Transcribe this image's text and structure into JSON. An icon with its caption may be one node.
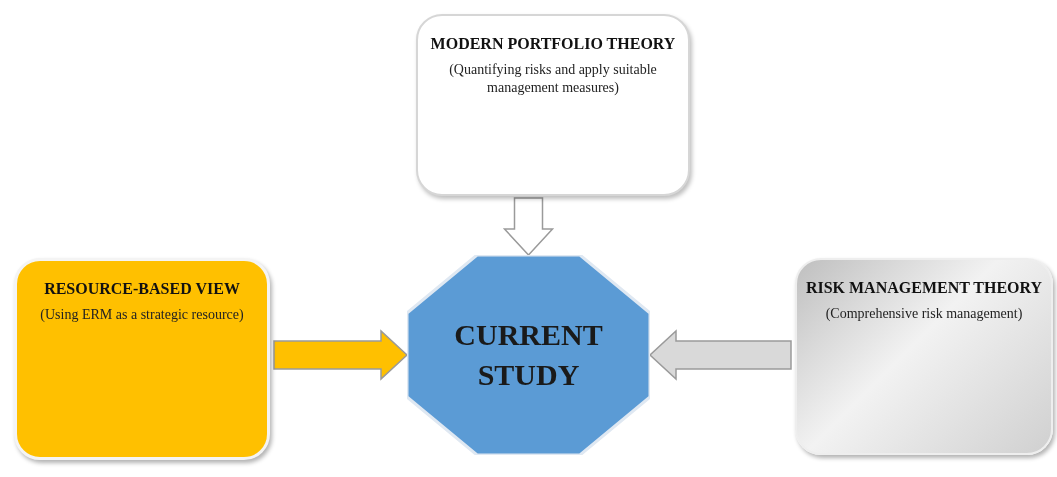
{
  "diagram": {
    "nodes": [
      {
        "text": [
          "MODERN PORTFOLIO THEORY",
          "(Quantifying risks and apply suitable management measures)"
        ]
      },
      {
        "text": [
          "RESOURCE-BASED VIEW",
          "(Using ERM as a strategic resource)"
        ]
      },
      {
        "text": [
          "CURRENT STUDY"
        ]
      },
      {
        "text": [
          "RISK MANAGEMENT THEORY",
          "(Comprehensive risk management)"
        ]
      }
    ],
    "edges": [
      {
        "from": 0,
        "to": 2,
        "arrow": "to",
        "style": "thick",
        "color": "#ffffff"
      },
      {
        "from": 1,
        "to": 2,
        "arrow": "to",
        "style": "thick",
        "color": "#ffc000"
      },
      {
        "from": 3,
        "to": 2,
        "arrow": "to",
        "style": "thick",
        "color": "#d9d9d9"
      }
    ]
  }
}
